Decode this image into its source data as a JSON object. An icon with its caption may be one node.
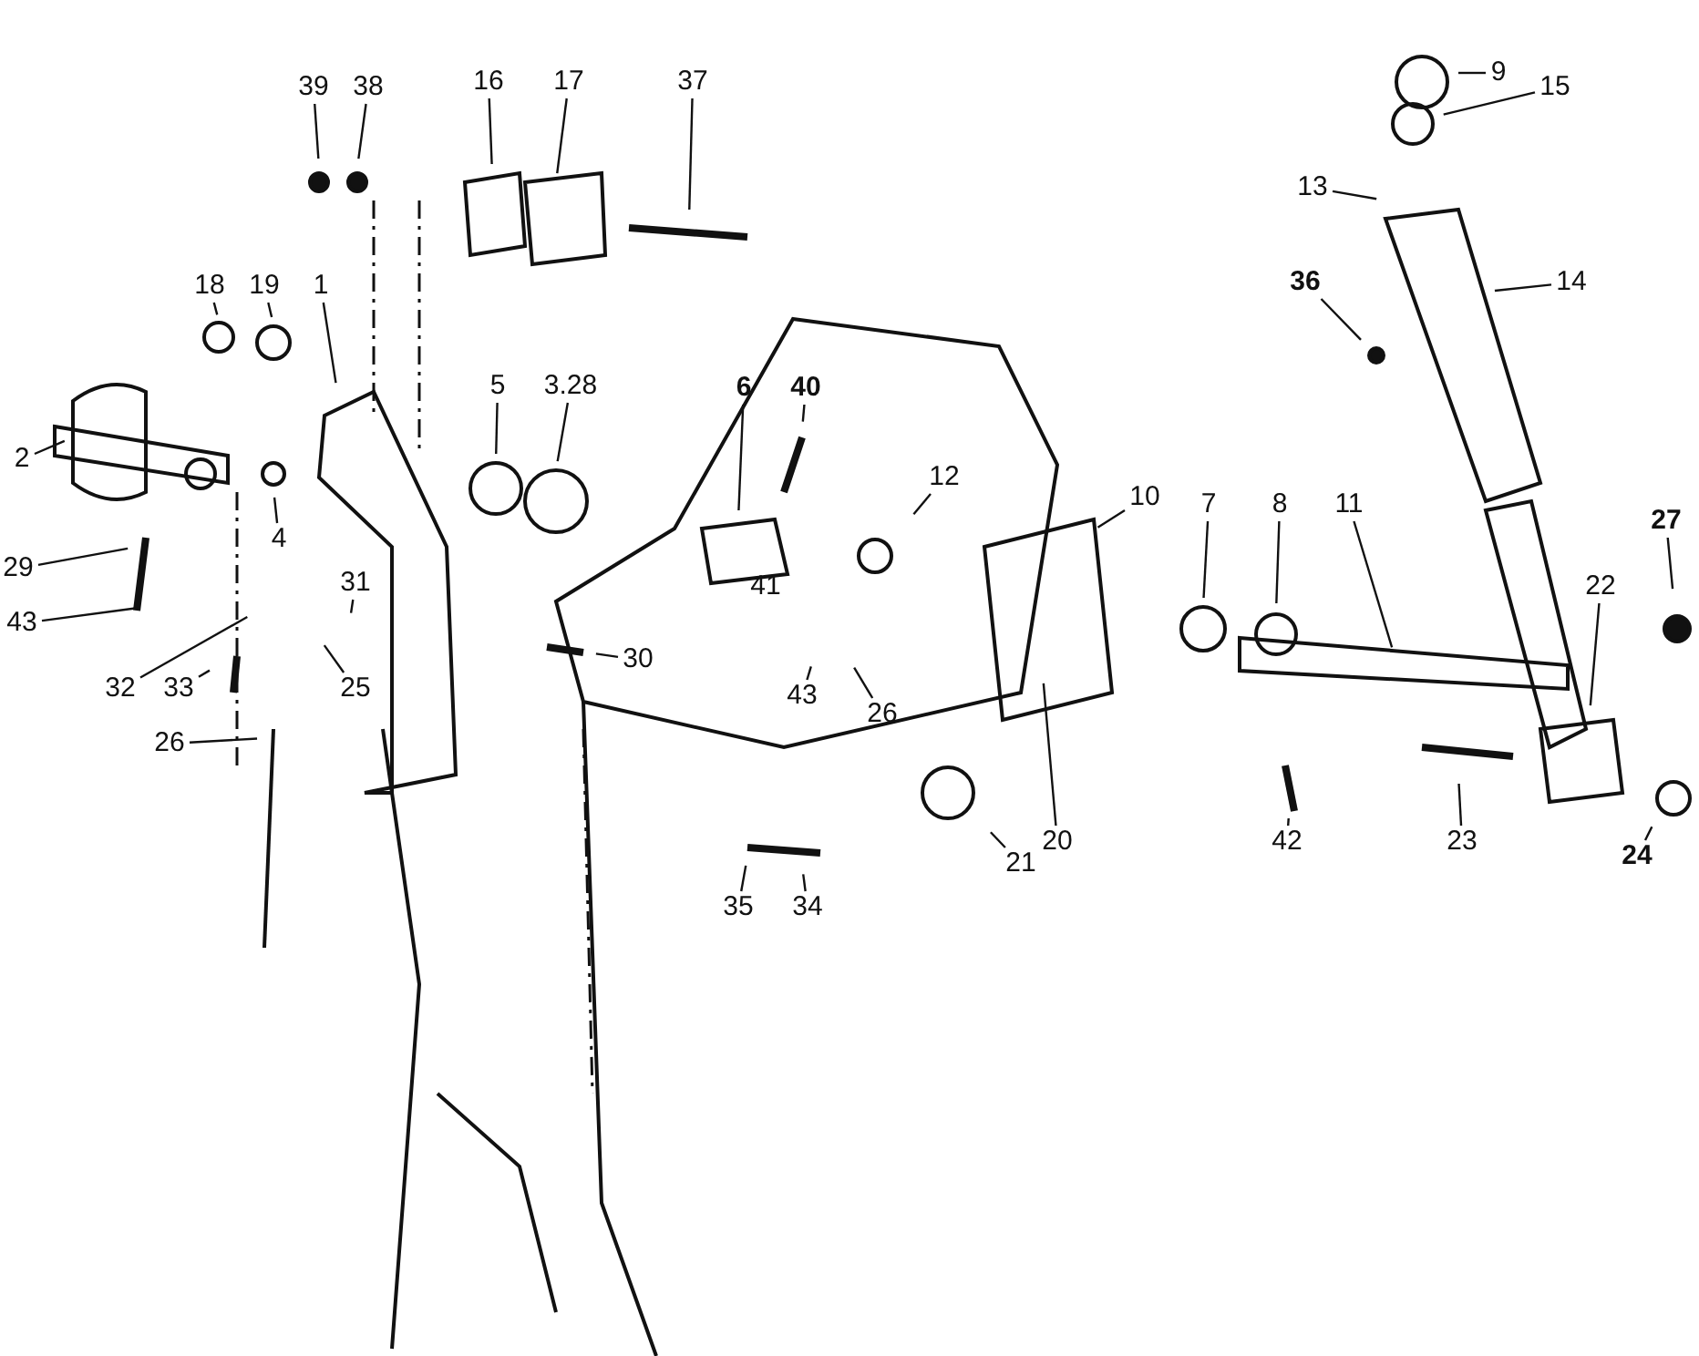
{
  "diagram": {
    "nodes": [
      {
        "text": [
          "39"
        ]
      },
      {
        "text": [
          "38"
        ]
      },
      {
        "text": [
          "16"
        ]
      },
      {
        "text": [
          "17"
        ]
      },
      {
        "text": [
          "37"
        ]
      },
      {
        "text": [
          "9"
        ]
      },
      {
        "text": [
          "15"
        ]
      },
      {
        "text": [
          "13"
        ]
      },
      {
        "text": [
          "14"
        ]
      },
      {
        "text": [
          "36"
        ]
      },
      {
        "text": [
          "18"
        ]
      },
      {
        "text": [
          "19"
        ]
      },
      {
        "text": [
          "1"
        ]
      },
      {
        "text": [
          "5"
        ]
      },
      {
        "text": [
          "3.28"
        ]
      },
      {
        "text": [
          "6"
        ]
      },
      {
        "text": [
          "40"
        ]
      },
      {
        "text": [
          "2"
        ]
      },
      {
        "text": [
          "12"
        ]
      },
      {
        "text": [
          "10"
        ]
      },
      {
        "text": [
          "7"
        ]
      },
      {
        "text": [
          "8"
        ]
      },
      {
        "text": [
          "11"
        ]
      },
      {
        "text": [
          "27"
        ]
      },
      {
        "text": [
          "4"
        ]
      },
      {
        "text": [
          "29"
        ]
      },
      {
        "text": [
          "22"
        ]
      },
      {
        "text": [
          "31"
        ]
      },
      {
        "text": [
          "43"
        ]
      },
      {
        "text": [
          "30"
        ]
      },
      {
        "text": [
          "32"
        ]
      },
      {
        "text": [
          "33"
        ]
      },
      {
        "text": [
          "25"
        ]
      },
      {
        "text": [
          "43"
        ]
      },
      {
        "text": [
          "26"
        ]
      },
      {
        "text": [
          "26"
        ]
      },
      {
        "text": [
          "21"
        ]
      },
      {
        "text": [
          "20"
        ]
      },
      {
        "text": [
          "42"
        ]
      },
      {
        "text": [
          "23"
        ]
      },
      {
        "text": [
          "24"
        ]
      },
      {
        "text": [
          "35"
        ]
      },
      {
        "text": [
          "34"
        ]
      }
    ],
    "edges": [
      {
        "from": 0,
        "to": null,
        "arrow": "none"
      },
      {
        "from": 1,
        "to": null,
        "arrow": "none"
      },
      {
        "from": 2,
        "to": null,
        "arrow": "none"
      },
      {
        "from": 3,
        "to": null,
        "arrow": "none"
      },
      {
        "from": 4,
        "to": null,
        "arrow": "none"
      },
      {
        "from": 5,
        "to": null,
        "arrow": "none"
      },
      {
        "from": 6,
        "to": null,
        "arrow": "none"
      },
      {
        "from": 7,
        "to": null,
        "arrow": "none"
      },
      {
        "from": 8,
        "to": null,
        "arrow": "none"
      },
      {
        "from": 9,
        "to": null,
        "arrow": "none"
      },
      {
        "from": 10,
        "to": null,
        "arrow": "none"
      },
      {
        "from": 11,
        "to": null,
        "arrow": "none"
      },
      {
        "from": 12,
        "to": null,
        "arrow": "none"
      },
      {
        "from": 13,
        "to": null,
        "arrow": "none"
      },
      {
        "from": 14,
        "to": null,
        "arrow": "none"
      },
      {
        "from": 15,
        "to": null,
        "arrow": "none"
      },
      {
        "from": 16,
        "to": null,
        "arrow": "none"
      },
      {
        "from": 17,
        "to": null,
        "arrow": "none"
      },
      {
        "from": 18,
        "to": null,
        "arrow": "none"
      },
      {
        "from": 19,
        "to": null,
        "arrow": "none"
      },
      {
        "from": 20,
        "to": null,
        "arrow": "none"
      },
      {
        "from": 21,
        "to": null,
        "arrow": "none"
      },
      {
        "from": 22,
        "to": null,
        "arrow": "none"
      },
      {
        "from": 23,
        "to": null,
        "arrow": "none"
      },
      {
        "from": 24,
        "to": null,
        "arrow": "none"
      },
      {
        "from": 25,
        "to": null,
        "arrow": "none"
      },
      {
        "from": 26,
        "to": null,
        "arrow": "none"
      },
      {
        "from": 27,
        "to": null,
        "arrow": "none"
      },
      {
        "from": 28,
        "to": null,
        "arrow": "none"
      },
      {
        "from": 29,
        "to": null,
        "arrow": "none"
      },
      {
        "from": 30,
        "to": null,
        "arrow": "none"
      },
      {
        "from": 31,
        "to": null,
        "arrow": "none"
      },
      {
        "from": 32,
        "to": null,
        "arrow": "none"
      },
      {
        "from": 33,
        "to": null,
        "arrow": "none"
      },
      {
        "from": 34,
        "to": null,
        "arrow": "none"
      },
      {
        "from": 35,
        "to": null,
        "arrow": "none"
      },
      {
        "from": 36,
        "to": null,
        "arrow": "none"
      },
      {
        "from": 37,
        "to": null,
        "arrow": "none"
      },
      {
        "from": 38,
        "to": null,
        "arrow": "none"
      },
      {
        "from": 39,
        "to": null,
        "arrow": "none"
      },
      {
        "from": 40,
        "to": null,
        "arrow": "none"
      },
      {
        "from": 41,
        "to": null,
        "arrow": "none"
      },
      {
        "from": 42,
        "to": null,
        "arrow": "none"
      }
    ],
    "labels": [
      "41"
    ]
  }
}
